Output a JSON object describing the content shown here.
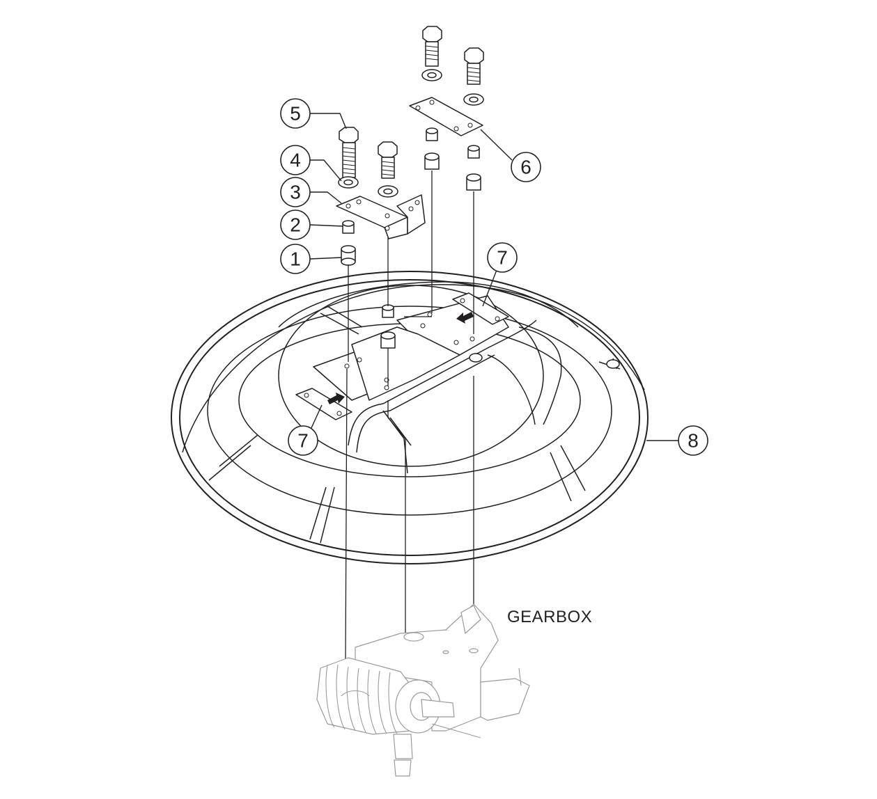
{
  "callouts": [
    {
      "id": "1",
      "label": "1"
    },
    {
      "id": "2",
      "label": "2"
    },
    {
      "id": "3",
      "label": "3"
    },
    {
      "id": "4",
      "label": "4"
    },
    {
      "id": "5",
      "label": "5"
    },
    {
      "id": "6",
      "label": "6"
    },
    {
      "id": "7a",
      "label": "7"
    },
    {
      "id": "7b",
      "label": "7"
    },
    {
      "id": "8",
      "label": "8"
    }
  ],
  "gearbox_label": "GEARBOX",
  "colors": {
    "line": "#231f20",
    "gearbox": "#9a9a9a",
    "background": "#ffffff"
  }
}
